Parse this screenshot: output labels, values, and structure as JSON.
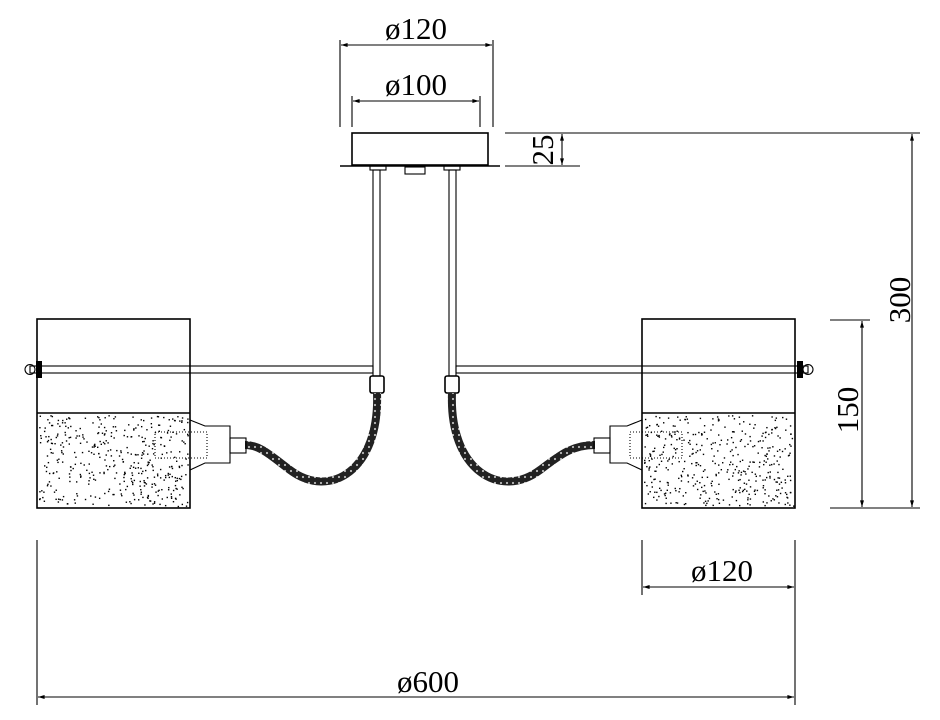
{
  "title": "Ceiling lamp dimension drawing",
  "dimensions": {
    "canopy_outer": "ø120",
    "canopy_inner": "ø100",
    "canopy_height": "25",
    "total_height": "300",
    "shade_height": "150",
    "shade_diameter": "ø120",
    "total_width": "ø600"
  },
  "colors": {
    "line": "#000000",
    "background": "#ffffff"
  }
}
